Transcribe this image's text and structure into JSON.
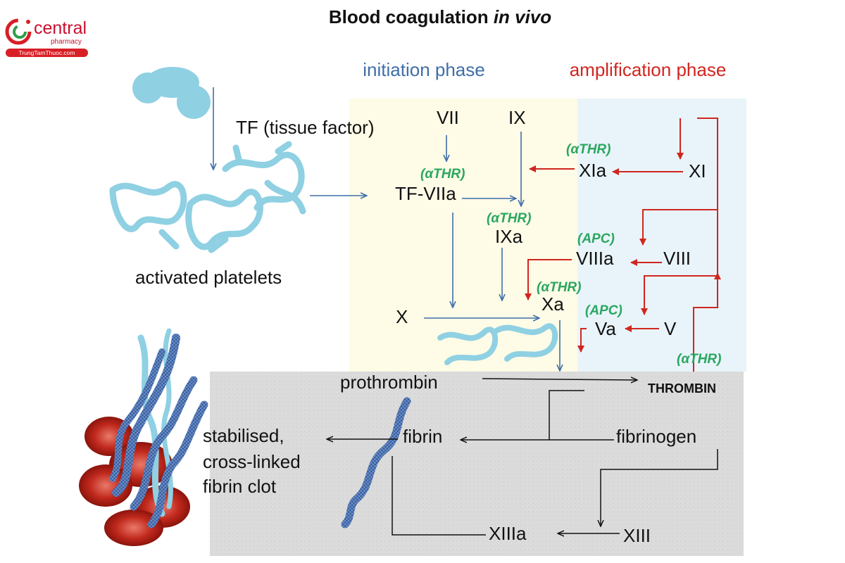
{
  "title": {
    "main": "Blood coagulation",
    "italic": "in vivo"
  },
  "brand": {
    "name": "central",
    "sub": "pharmacy",
    "url": "TrungTamThuoc.com",
    "color": "#c8102e"
  },
  "phases": {
    "initiation": "initiation phase",
    "amplification": "amplification phase"
  },
  "colors": {
    "initiation": "#3f6ea8",
    "amplification": "#d0261f",
    "inhibitor": "#2aa760",
    "platelet": "#8fd0e3",
    "fibrin": "#3a5fa0",
    "rbc": "#c0281c"
  },
  "labels": {
    "tf": "TF (tissue factor)",
    "activated_platelets": "activated platelets",
    "vii": "VII",
    "ix": "IX",
    "tf_viia": "TF-VIIa",
    "ixa": "IXa",
    "x": "X",
    "xa": "Xa",
    "xia": "XIa",
    "xi": "XI",
    "viiia": "VIIIa",
    "viii": "VIII",
    "va": "Va",
    "v": "V",
    "prothrombin": "prothrombin",
    "thrombin": "THROMBIN",
    "fibrinogen": "fibrinogen",
    "fibrin": "fibrin",
    "xiii": "XIII",
    "xiiia": "XIIIa",
    "clot_line1": "stabilised,",
    "clot_line2": "cross-linked",
    "clot_line3": "fibrin clot"
  },
  "inhibitors": {
    "athr_tfviia": "(αTHR)",
    "athr_ixa": "(αTHR)",
    "athr_xia": "(αTHR)",
    "athr_xa": "(αTHR)",
    "athr_thrombin": "(αTHR)",
    "apc_viiia": "(APC)",
    "apc_va": "(APC)"
  }
}
